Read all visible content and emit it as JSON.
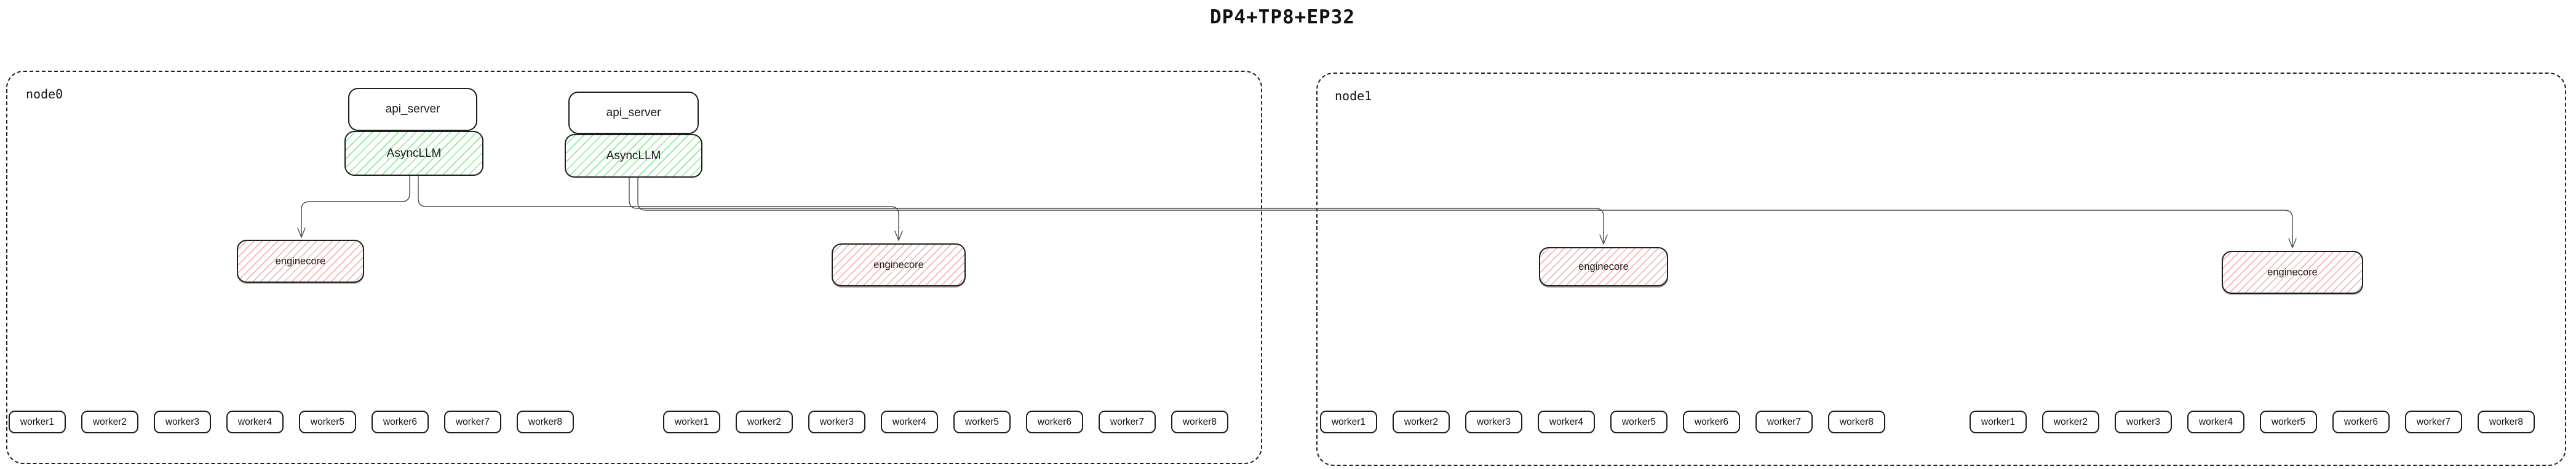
{
  "title": "DP4+TP8+EP32",
  "colors": {
    "background": "#ffffff",
    "border": "#1e1e1e",
    "green_hatch": "#8ce99a",
    "red_hatch": "#f0a8a8",
    "connector": "#4d4d4d"
  },
  "nodes": [
    {
      "label": "node0",
      "api_stacks": [
        {
          "api_server": "api_server",
          "async_llm": "AsyncLLM"
        },
        {
          "api_server": "api_server",
          "async_llm": "AsyncLLM"
        }
      ],
      "enginecores": [
        "enginecore",
        "enginecore"
      ],
      "worker_groups": [
        [
          "worker1",
          "worker2",
          "worker3",
          "worker4",
          "worker5",
          "worker6",
          "worker7",
          "worker8"
        ],
        [
          "worker1",
          "worker2",
          "worker3",
          "worker4",
          "worker5",
          "worker6",
          "worker7",
          "worker8"
        ]
      ]
    },
    {
      "label": "node1",
      "api_stacks": [],
      "enginecores": [
        "enginecore",
        "enginecore"
      ],
      "worker_groups": [
        [
          "worker1",
          "worker2",
          "worker3",
          "worker4",
          "worker5",
          "worker6",
          "worker7",
          "worker8"
        ],
        [
          "worker1",
          "worker2",
          "worker3",
          "worker4",
          "worker5",
          "worker6",
          "worker7",
          "worker8"
        ]
      ]
    }
  ]
}
